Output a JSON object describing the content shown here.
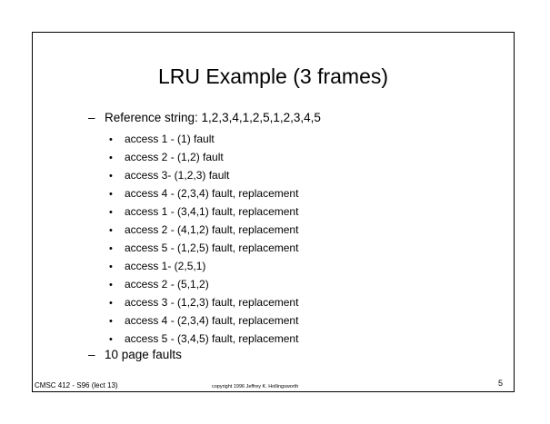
{
  "slide": {
    "title": "LRU Example  (3 frames)",
    "reference_string": "Reference string: 1,2,3,4,1,2,5,1,2,3,4,5",
    "dash_glyph": "–",
    "bullet_glyph": "•",
    "accesses": [
      "access 1 - (1)  fault",
      "access 2 - (1,2) fault",
      "access 3-  (1,2,3) fault",
      "access 4 - (2,3,4) fault, replacement",
      "access 1 - (3,4,1) fault, replacement",
      "access 2 - (4,1,2) fault, replacement",
      "access 5 - (1,2,5) fault, replacement",
      "access 1- (2,5,1)",
      "access 2 - (5,1,2)",
      "access 3 - (1,2,3)  fault, replacement",
      "access 4 - (2,3,4)  fault, replacement",
      "access 5 - (3,4,5) fault, replacement"
    ],
    "summary": "10 page faults"
  },
  "footer": {
    "course": "CMSC 412 - S96  (lect 13)",
    "copyright": "copyright 1996 Jeffrey K. Hollingsworth",
    "page_number": "5"
  }
}
